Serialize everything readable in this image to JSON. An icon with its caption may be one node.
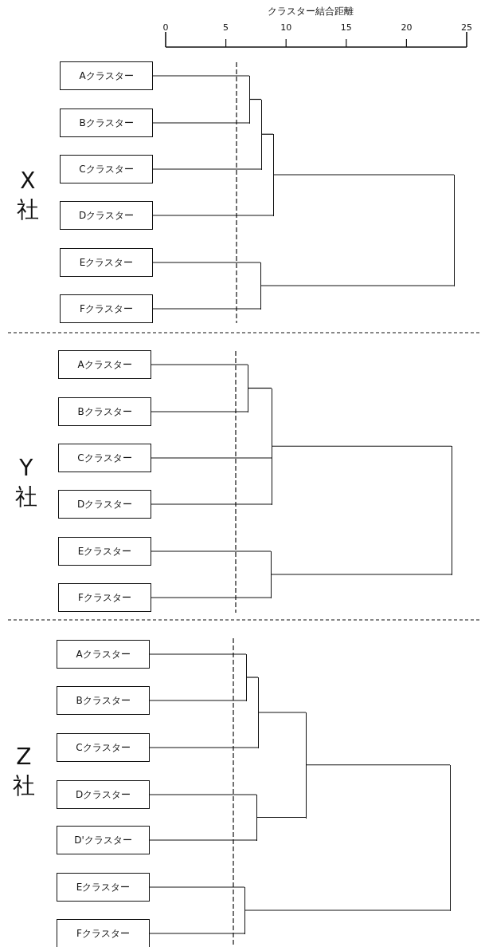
{
  "diagram": {
    "nodes": [
      {
        "text": [
          "Aクラスター"
        ]
      },
      {
        "text": [
          "Bクラスター"
        ]
      },
      {
        "text": [
          "Cクラスター"
        ]
      },
      {
        "text": [
          "Dクラスター"
        ]
      },
      {
        "text": [
          "Eクラスター"
        ]
      },
      {
        "text": [
          "Fクラスター"
        ]
      },
      {
        "text": [
          "Aクラスター"
        ]
      },
      {
        "text": [
          "Bクラスター"
        ]
      },
      {
        "text": [
          "Cクラスター"
        ]
      },
      {
        "text": [
          "Dクラスター"
        ]
      },
      {
        "text": [
          "Eクラスター"
        ]
      },
      {
        "text": [
          "Fクラスター"
        ]
      },
      {
        "text": [
          "Aクラスター"
        ]
      },
      {
        "text": [
          "Bクラスター"
        ]
      },
      {
        "text": [
          "Cクラスター"
        ]
      },
      {
        "text": [
          "Dクラスター"
        ]
      },
      {
        "text": [
          "D'クラスター"
        ]
      },
      {
        "text": [
          "Eクラスター"
        ]
      },
      {
        "text": [
          "Fクラスター"
        ]
      },
      {
        "text": [],
        "shape": "bar"
      },
      {
        "text": [],
        "shape": "bar"
      },
      {
        "text": [],
        "shape": "bar"
      },
      {
        "text": [],
        "shape": "bar"
      },
      {
        "text": [],
        "shape": "bar"
      },
      {
        "text": [],
        "shape": "bar"
      },
      {
        "text": [],
        "shape": "bar"
      },
      {
        "text": [],
        "shape": "bar"
      },
      {
        "text": [],
        "shape": "bar"
      },
      {
        "text": [],
        "shape": "bar"
      },
      {
        "text": [],
        "shape": "bar"
      },
      {
        "text": [],
        "shape": "bar"
      },
      {
        "text": [],
        "shape": "bar"
      },
      {
        "text": [],
        "shape": "bar"
      },
      {
        "text": [],
        "shape": "bar"
      }
    ],
    "edges": [
      {
        "from": 0,
        "to": 19,
        "arrow": "none"
      },
      {
        "from": 1,
        "to": 19,
        "arrow": "none"
      },
      {
        "from": 2,
        "to": 21,
        "arrow": "none"
      },
      {
        "from": 3,
        "to": 22,
        "arrow": "none"
      },
      {
        "from": 4,
        "to": 20,
        "arrow": "none"
      },
      {
        "from": 5,
        "to": 20,
        "arrow": "none"
      },
      {
        "from": 19,
        "to": 21,
        "arrow": "none"
      },
      {
        "from": 21,
        "to": 22,
        "arrow": "none"
      },
      {
        "from": 22,
        "to": 23,
        "arrow": "none"
      },
      {
        "from": 20,
        "to": 23,
        "arrow": "none"
      },
      {
        "from": 6,
        "to": 24,
        "arrow": "none"
      },
      {
        "from": 7,
        "to": 24,
        "arrow": "none"
      },
      {
        "from": 8,
        "to": 26,
        "arrow": "none"
      },
      {
        "from": 9,
        "to": 26,
        "arrow": "none"
      },
      {
        "from": 10,
        "to": 25,
        "arrow": "none"
      },
      {
        "from": 11,
        "to": 25,
        "arrow": "none"
      },
      {
        "from": 24,
        "to": 26,
        "arrow": "none"
      },
      {
        "from": 26,
        "to": 27,
        "arrow": "none"
      },
      {
        "from": 25,
        "to": 27,
        "arrow": "none"
      },
      {
        "from": 12,
        "to": 29,
        "arrow": "none"
      },
      {
        "from": 13,
        "to": 29,
        "arrow": "none"
      },
      {
        "from": 14,
        "to": 31,
        "arrow": "none"
      },
      {
        "from": 15,
        "to": 30,
        "arrow": "none"
      },
      {
        "from": 16,
        "to": 30,
        "arrow": "none"
      },
      {
        "from": 17,
        "to": 28,
        "arrow": "none"
      },
      {
        "from": 18,
        "to": 28,
        "arrow": "none"
      },
      {
        "from": 29,
        "to": 31,
        "arrow": "none"
      },
      {
        "from": 31,
        "to": 32,
        "arrow": "none"
      },
      {
        "from": 30,
        "to": 32,
        "arrow": "none"
      },
      {
        "from": 32,
        "to": 33,
        "arrow": "none"
      },
      {
        "from": 28,
        "to": 33,
        "arrow": "none"
      }
    ],
    "labels": [
      "クラスター結合距離",
      "0",
      "5",
      "10",
      "15",
      "20",
      "25",
      "X社",
      "Y社",
      "Z社"
    ]
  }
}
